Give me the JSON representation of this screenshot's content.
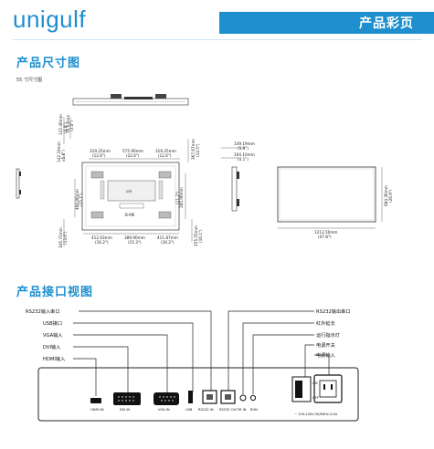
{
  "header": {
    "logo": "unigulf",
    "title": "产品彩页",
    "accent": "#1d8fce"
  },
  "section1": {
    "title": "产品尺寸图",
    "caption": "55 寸尺寸图"
  },
  "dims": {
    "top_h1": "122.46mm",
    "top_h1_in": "(4.8\")",
    "top_h2": "76.63mm",
    "top_h2_in": "(3.0\")",
    "left_v1": "142.10mm",
    "left_v1_in": "(5.6\")",
    "h_319a": "319.25mm",
    "h_319a_in": "(12.6\")",
    "h_575": "575.90mm",
    "h_575_in": "(22.6\")",
    "h_319b": "319.25mm",
    "h_319b_in": "(12.6\")",
    "right_v1": "367.67mm",
    "right_v1_in": "(14.5\")",
    "v_400": "400.00mm",
    "v_400_in": "(15.7\")",
    "v_285": "285.00mm",
    "v_285_in": "(11.2\")",
    "center_tag": "B-M6",
    "b_412a": "412.03mm",
    "b_412a_in": "(16.2\")",
    "b_389": "389.90mm",
    "b_389_in": "(15.3\")",
    "b_411": "411.87mm",
    "b_411_in": "(16.2\")",
    "left_v2": "345.72mm",
    "left_v2_in": "(13.6\")",
    "right_v2": "255.55mm",
    "right_v2_in": "(10.1\")",
    "depth1": "149.19mm",
    "depth1_in": "(5.9\")",
    "depth2": "104.10mm",
    "depth2_in": "(4.1\")",
    "front_h": "684.36mm",
    "front_h_in": "(26.9\")",
    "front_w": "1213.50mm",
    "front_w_in": "(47.8\")"
  },
  "section2": {
    "title": "产品接口视图"
  },
  "ports_left": [
    "RS232输入串口",
    "USB接口",
    "VGA输入",
    "DVI输入",
    "HDMI输入"
  ],
  "ports_right": [
    "RS232输出串口",
    "红外延长",
    "运行指示灯",
    "电源开关",
    "电源输入"
  ],
  "panel": {
    "hdmi": "HDMI IN",
    "dvi": "DVI IN",
    "vga": "VGA IN",
    "usb": "USB",
    "rs232in": "RS232 IN",
    "rs232out": "RS232 OUT",
    "ir": "IR IN",
    "run": "RUN",
    "on": "ON",
    "off": "OFF",
    "power_spec": "~ 100-240V,50/60Hz,3.0A"
  }
}
